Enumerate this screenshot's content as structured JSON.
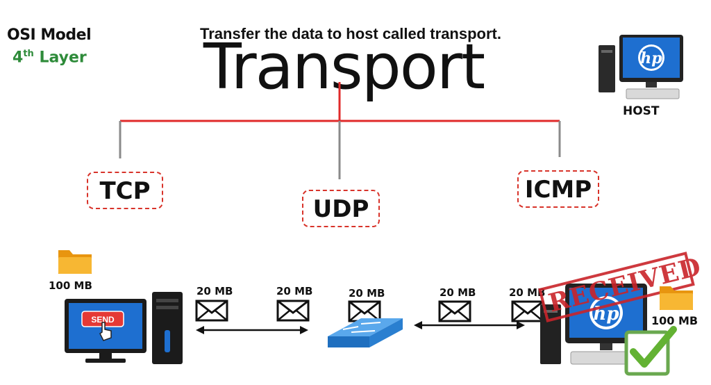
{
  "header": {
    "osi_title": "OSI Model",
    "layer_number": "4",
    "layer_suffix": "th",
    "layer_word": "Layer",
    "subtitle": "Transfer the data to host called transport.",
    "title": "Transport"
  },
  "protocols": [
    "TCP",
    "UDP",
    "ICMP"
  ],
  "host_label": "HOST",
  "sender": {
    "file_size": "100 MB",
    "button_text": "SEND"
  },
  "packets": [
    "20 MB",
    "20 MB",
    "20 MB",
    "20 MB",
    "20 MB"
  ],
  "receiver": {
    "stamp": "RECEIVED",
    "file_size": "100 MB",
    "logo_text": "hp"
  },
  "host_logo_text": "hp",
  "colors": {
    "accent_red": "#d8332a",
    "layer_green": "#2e8b3a",
    "monitor_blue": "#1e6fd0",
    "switch_blue": "#2f88d8",
    "check_green": "#63b233",
    "folder_orange": "#f2a51b"
  }
}
